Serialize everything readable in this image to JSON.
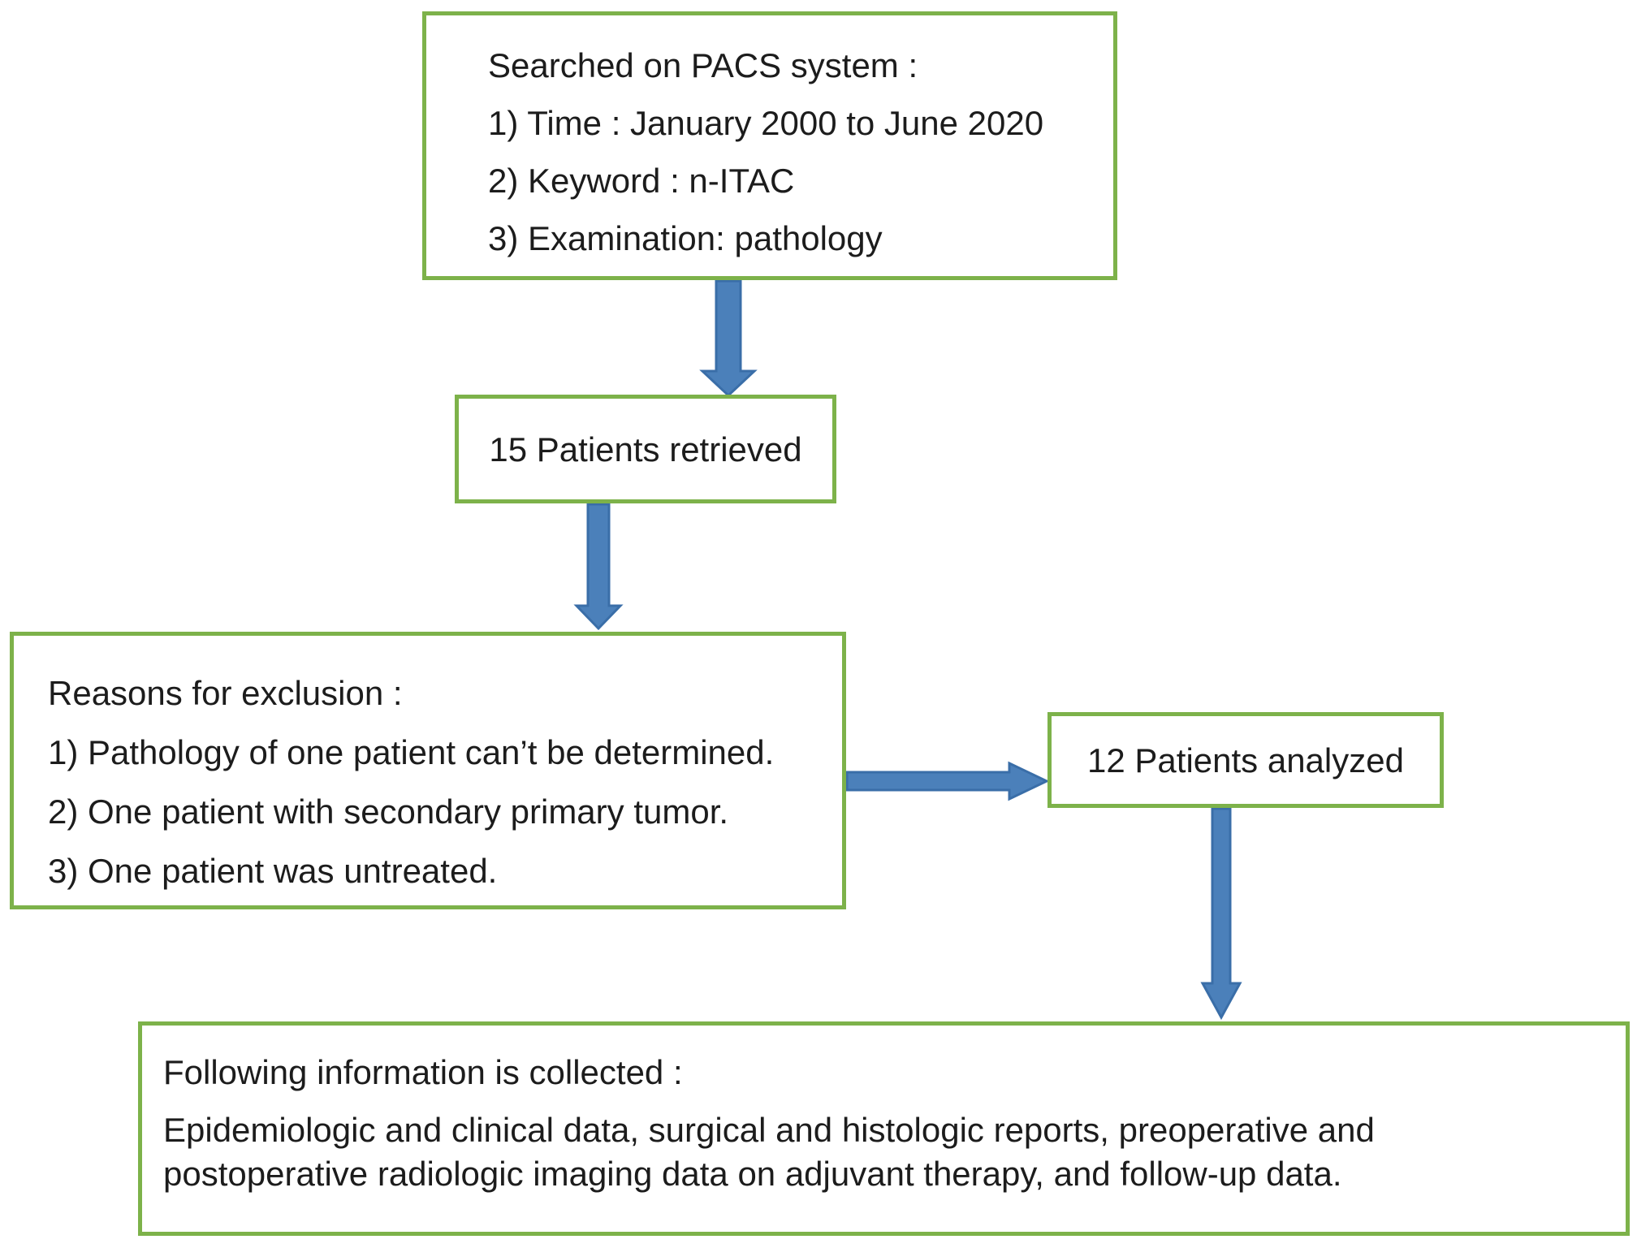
{
  "figure": {
    "kind": "flowchart",
    "description": "Patient selection flow diagram with green outlined boxes connected by blue block arrows"
  },
  "theme": {
    "box_border_color": "#7db24a",
    "arrow_fill_color": "#4b80ba",
    "arrow_stroke_color": "#3a6ea8",
    "text_color": "#1c1c1c",
    "background_color": "#ffffff"
  },
  "boxes": {
    "search": {
      "lines": [
        "Searched on PACS system :",
        "1) Time : January 2000 to June 2020",
        "2) Keyword : n-ITAC",
        "3) Examination: pathology"
      ]
    },
    "retrieved": {
      "label": "15 Patients retrieved"
    },
    "exclusion": {
      "lines": [
        "Reasons for exclusion :",
        "1) Pathology of one patient can’t be determined.",
        "2) One patient with secondary primary tumor.",
        "3) One patient was untreated."
      ]
    },
    "analyzed": {
      "label": "12 Patients analyzed"
    },
    "collected": {
      "heading": "Following information is collected :",
      "body": "Epidemiologic and clinical data, surgical and histologic reports, preoperative and postoperative radiologic imaging data on adjuvant therapy, and follow-up data."
    }
  },
  "arrows": [
    {
      "name": "search-to-retrieved",
      "direction": "down"
    },
    {
      "name": "retrieved-to-exclusion",
      "direction": "down"
    },
    {
      "name": "exclusion-to-analyzed",
      "direction": "right"
    },
    {
      "name": "analyzed-to-collected",
      "direction": "down"
    }
  ]
}
